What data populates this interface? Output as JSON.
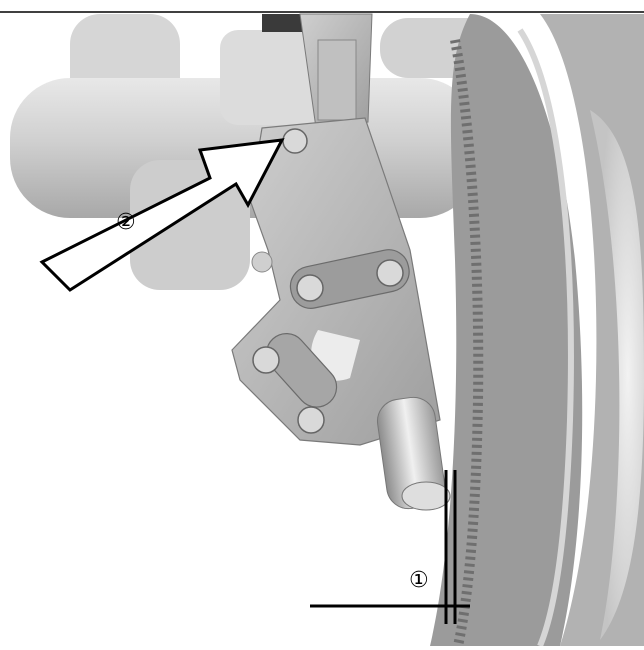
{
  "figure": {
    "subject": "wheelchair-brake-mechanism",
    "callouts": [
      {
        "id": "callout-2",
        "label": "②"
      },
      {
        "id": "callout-1",
        "label": "①"
      }
    ],
    "colors": {
      "frame": "#c8c8c8",
      "bracket": "#b4b4b4",
      "tire": "#9a9a9a",
      "rim": "#e6e6e6",
      "bolt": "#d9d9d9",
      "arrow_fill": "#ffffff",
      "line": "#000000"
    }
  }
}
